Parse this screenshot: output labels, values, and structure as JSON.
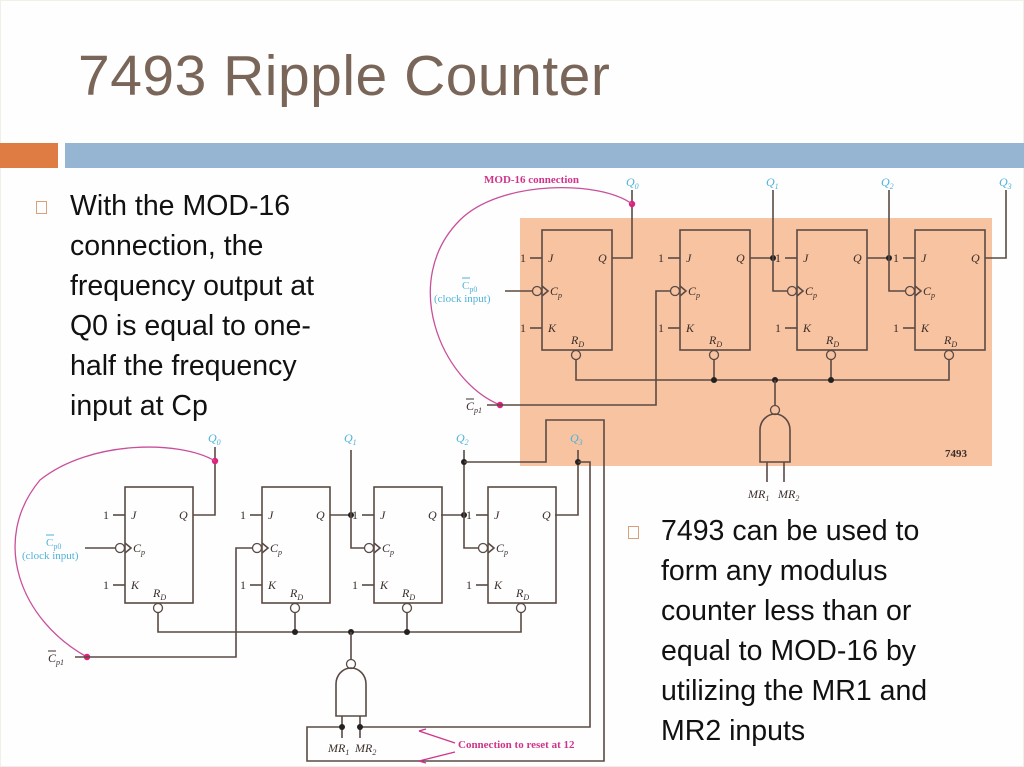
{
  "slide": {
    "title": "7493 Ripple Counter",
    "colors": {
      "title": "#7a6559",
      "accent_orange": "#df7c43",
      "accent_blue": "#95b5d3",
      "chip_background": "#f8c3a0",
      "annotation_magenta": "#d0348a",
      "signal_cyan": "#4fb3d9"
    },
    "bullets": [
      {
        "text": "With the MOD-16\nconnection, the\nfrequency output at\nQ0 is equal to one-\nhalf the frequency\ninput at Cp"
      },
      {
        "text": "7493 can be used to\nform any modulus\ncounter less than or\nequal to MOD-16 by\nutilizing the MR1 and\nMR2 inputs"
      }
    ]
  },
  "diagram_top": {
    "annotation": "MOD-16 connection",
    "outputs": [
      "Q",
      "Q",
      "Q",
      "Q"
    ],
    "output_subs": [
      "0",
      "1",
      "2",
      "3"
    ],
    "clock0_label": "C",
    "clock0_sub": "p0",
    "clock0_note": "(clock input)",
    "clock1_label": "C",
    "clock1_sub": "p1",
    "chip_label": "7493",
    "mr1": "MR",
    "mr1_sub": "1",
    "mr2": "MR",
    "mr2_sub": "2",
    "ff_pins": {
      "j": "J",
      "k": "K",
      "q": "Q",
      "cp": "C",
      "cp_sub": "p",
      "rd": "R",
      "rd_sub": "D",
      "one": "1"
    }
  },
  "diagram_bottom": {
    "annotation": "Connection to reset at 12",
    "outputs": [
      "Q",
      "Q",
      "Q",
      "Q"
    ],
    "output_subs": [
      "0",
      "1",
      "2",
      "3"
    ],
    "clock0_label": "C",
    "clock0_sub": "p0",
    "clock0_note": "(clock input)",
    "clock1_label": "C",
    "clock1_sub": "p1",
    "mr1": "MR",
    "mr1_sub": "1",
    "mr2": "MR",
    "mr2_sub": "2"
  }
}
